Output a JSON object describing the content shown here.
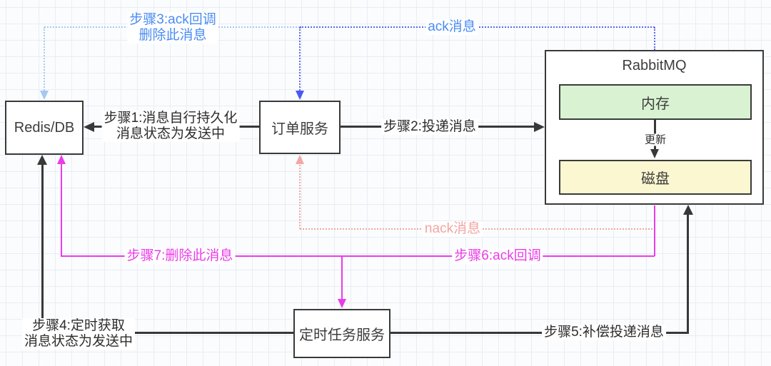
{
  "nodes": {
    "redis_db": {
      "label": "Redis/DB"
    },
    "order_service": {
      "label": "订单服务"
    },
    "rabbitmq": {
      "title": "RabbitMQ",
      "memory_label": "内存",
      "disk_label": "磁盘",
      "update_label": "更新"
    },
    "task_service": {
      "label": "定时任务服务"
    }
  },
  "edges": {
    "step1": {
      "line1": "步骤1:消息自行持久化",
      "line2": "消息状态为发送中"
    },
    "step2": {
      "label": "步骤2:投递消息"
    },
    "step3": {
      "line1": "步骤3:ack回调",
      "line2": "删除此消息"
    },
    "ack": {
      "label": "ack消息"
    },
    "nack": {
      "label": "nack消息"
    },
    "step4": {
      "line1": "步骤4:定时获取",
      "line2": "消息状态为发送中"
    },
    "step5": {
      "label": "步骤5:补偿投递消息"
    },
    "step6": {
      "label": "步骤6:ack回调"
    },
    "step7": {
      "label": "步骤7:删除此消息"
    }
  },
  "colors": {
    "black_line": "#383838",
    "box_border": "#3a3a3a",
    "label_dark": "#2d2d2d",
    "ack_blue_text": "#4a8cf2",
    "light_blue_line": "#a7c9f4",
    "indigo_line": "#5b68f0",
    "indigo_arrow": "#4a5af0",
    "nack_pink_line": "#f2a7a3",
    "magenta_line": "#ea3ce8",
    "memory_green_fill": "#d9f3d2",
    "disk_yellow_fill": "#fbf7d0",
    "grid_line": "#e9edf3",
    "canvas_bg": "#fbfcfe"
  }
}
